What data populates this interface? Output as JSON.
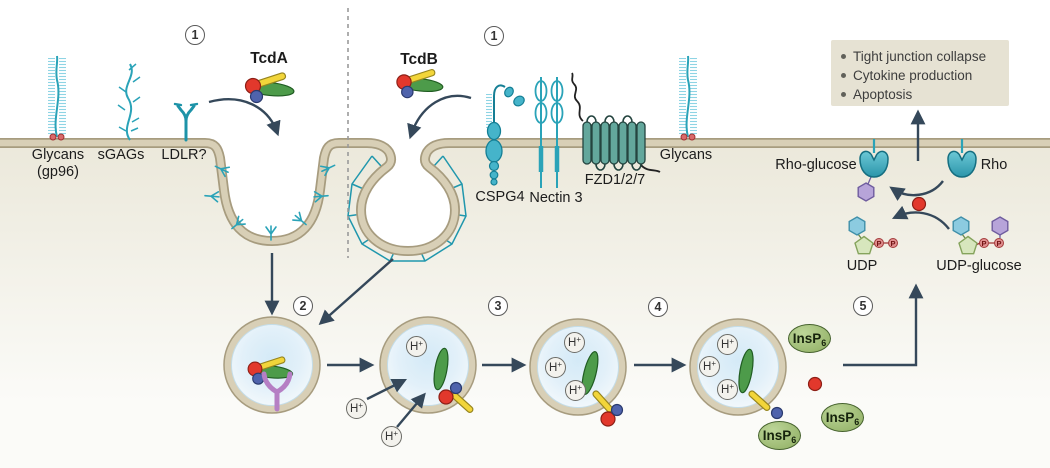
{
  "toxins": {
    "tcda": "TcdA",
    "tcdb": "TcdB"
  },
  "receptors": {
    "glycans_left": "Glycans",
    "glycans_left_sub": "(gp96)",
    "sgags": "sGAGs",
    "ldlr": "LDLR?",
    "cspg4": "CSPG4",
    "nectin3": "Nectin 3",
    "fzd": "FZD1/2/7",
    "glycans_right": "Glycans"
  },
  "steps": {
    "s1a": "1",
    "s1b": "1",
    "s2": "2",
    "s3": "3",
    "s4": "4",
    "s5": "5"
  },
  "effects_box": {
    "items": [
      "Tight junction collapse",
      "Cytokine production",
      "Apoptosis"
    ]
  },
  "pathway": {
    "rho_glucose": "Rho-glucose",
    "rho": "Rho",
    "udp": "UDP",
    "udp_glucose": "UDP-glucose"
  },
  "ion": {
    "base": "H",
    "charge": "+"
  },
  "molecules": {
    "insp6": "InsP",
    "insp6_sub": "6",
    "phosphate": "P"
  },
  "colors": {
    "membrane": "#d8cfb6",
    "teal": "#2aa3b8",
    "arrow": "#35485a",
    "toxin_red": "#e2382c",
    "toxin_blue": "#4f63ac",
    "toxin_yellow": "#f2d53a",
    "toxin_green": "#4d9b4a",
    "insp6_green": "#a9c87c",
    "effects_box_bg": "#e6e2d3"
  }
}
